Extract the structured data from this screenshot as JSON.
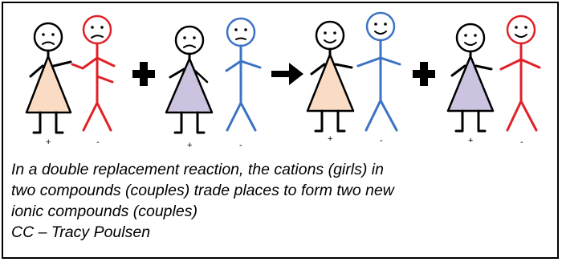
{
  "figure": {
    "caption_lines": [
      "In a double replacement reaction, the cations (girls) in",
      "two compounds (couples) trade places to form two new",
      "ionic compounds (couples)",
      "CC – Tracy Poulsen"
    ],
    "charges": {
      "cation": "+",
      "anion": "-"
    },
    "colors": {
      "girl_peach_dress": "#f9dcc3",
      "girl_lavender_dress": "#cbc3df",
      "boy_red": "#e02127",
      "boy_blue": "#3b73c4",
      "operator": "#000000"
    },
    "operators": [
      "plus-sign",
      "yields-arrow",
      "plus-sign"
    ],
    "couples": [
      {
        "side": "reactants",
        "girl_dress": "peach",
        "boy": "red",
        "mood": "sad"
      },
      {
        "side": "reactants",
        "girl_dress": "lavender",
        "boy": "blue",
        "mood": "sad"
      },
      {
        "side": "products",
        "girl_dress": "peach",
        "boy": "blue",
        "mood": "happy"
      },
      {
        "side": "products",
        "girl_dress": "lavender",
        "boy": "red",
        "mood": "happy"
      }
    ]
  }
}
